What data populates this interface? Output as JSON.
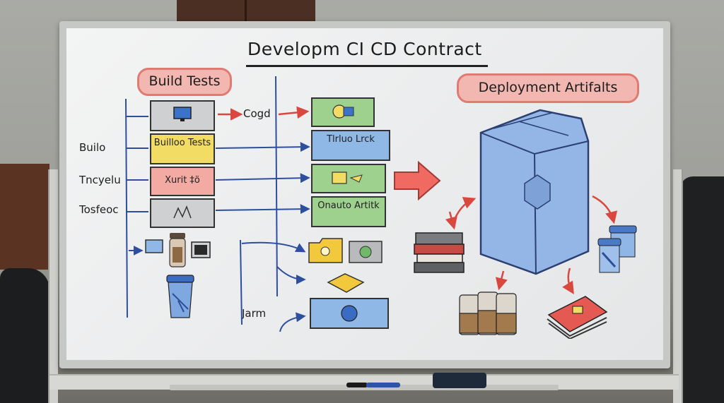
{
  "board": {
    "title": "Developm CI CD Contract",
    "left_heading": "Build Tests",
    "right_heading": "Deployment Artifalts",
    "row_labels": [
      "Builo",
      "Tncyelu",
      "Tosfeoc"
    ],
    "middle_label": "Cogd",
    "bottom_label": "Jarm",
    "boxes_left": [
      {
        "text": ""
      },
      {
        "text": "Builloo Tests"
      },
      {
        "text": "Xurit ‡ö"
      },
      {
        "text": ""
      }
    ],
    "boxes_right": [
      {
        "text": ""
      },
      {
        "text": "Tlrluo Lrck"
      },
      {
        "text": ""
      },
      {
        "text": "Onauto Artitk"
      }
    ]
  },
  "colors": {
    "badge": "#f3b7b1",
    "blue_box": "#8fb8e6",
    "green_box": "#9ed08e",
    "yellow_box": "#f2dc64",
    "red_box": "#f3aaa2",
    "grey_box": "#cfd0d2",
    "arrow_red": "#e0554c",
    "arrow_blue": "#2f4f9e",
    "container_blue": "#8fb3e3"
  },
  "icons": [
    "monitor-icon",
    "server-icon",
    "jar-icon",
    "bin-icon",
    "map-icon",
    "folder-icon",
    "container-icon",
    "book-stack-icon",
    "cup-icon"
  ]
}
